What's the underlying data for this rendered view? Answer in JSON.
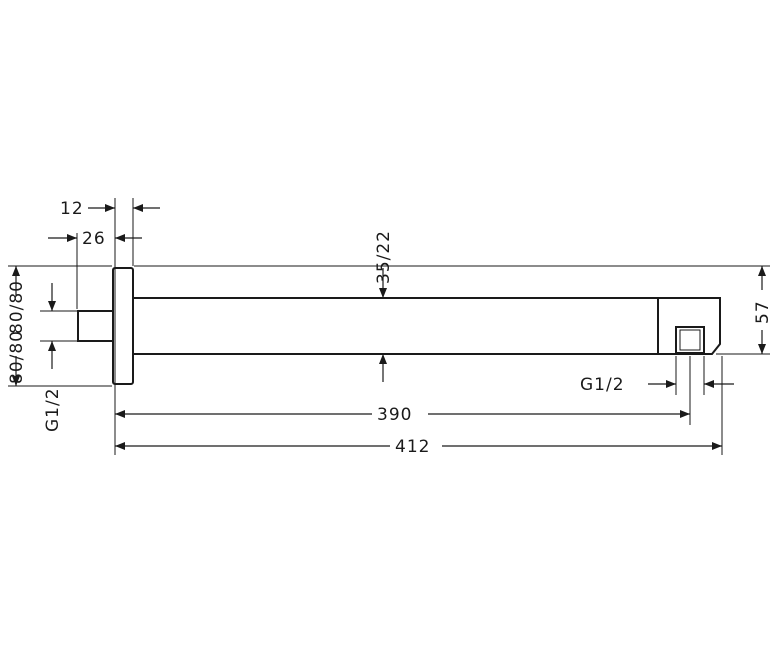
{
  "diagram": {
    "labels": {
      "d12": "12",
      "d26": "26",
      "d35_22": "35/22",
      "d80_80_a": "80/80",
      "d80_80_b": "80/80",
      "dG12_left": "G1/2",
      "dG12_right": "G1/2",
      "d57": "57",
      "d390": "390",
      "d412": "412"
    },
    "colors": {
      "line": "#1a1a1a",
      "background": "#ffffff"
    }
  }
}
